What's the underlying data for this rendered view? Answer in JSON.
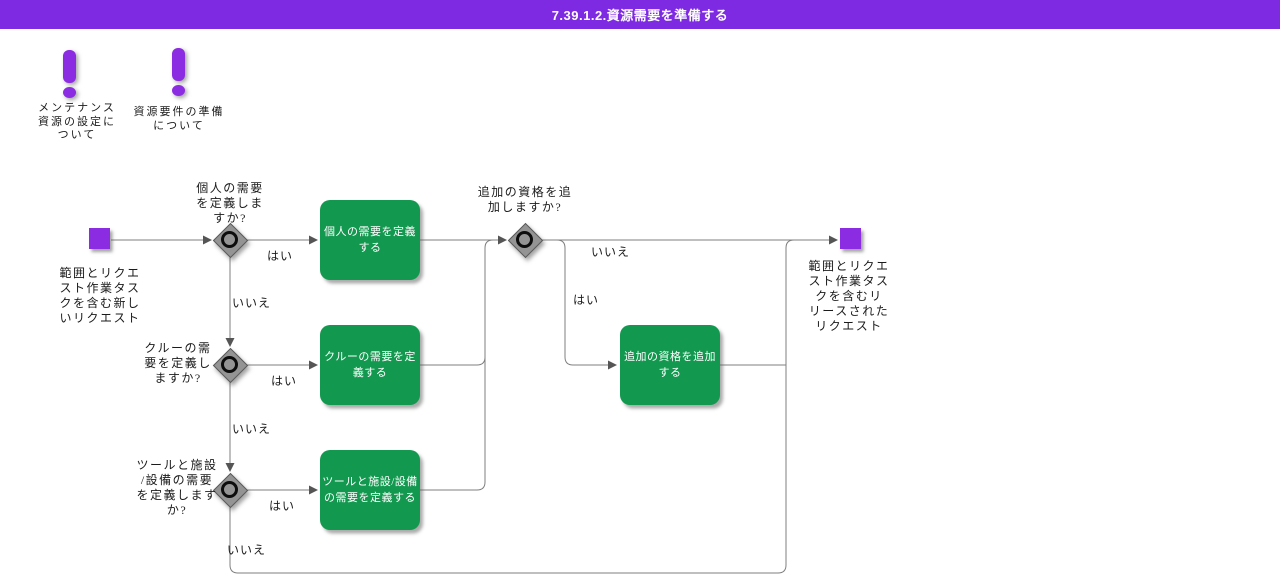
{
  "header": {
    "title": "7.39.1.2.資源需要を準備する"
  },
  "notes": [
    {
      "label": "メンテナンス\n資源の設定に\nついて"
    },
    {
      "label": "資源要件の準備\nについて"
    }
  ],
  "flow": {
    "start": {
      "label": "範囲とリクエ\nスト作業タス\nクを含む新し\nいリクエスト"
    },
    "end": {
      "label": "範囲とリクエ\nスト作業タス\nクを含むリ\nリースされた\nリクエスト"
    },
    "gateways": [
      {
        "question": "個人の需要\nを定義しま\nすか?",
        "yes_label": "はい",
        "no_label": "いいえ"
      },
      {
        "question": "クルーの需\n要を定義し\nますか?",
        "yes_label": "はい",
        "no_label": "いいえ"
      },
      {
        "question": "ツールと施設\n/設備の需要\nを定義します\nか?",
        "yes_label": "はい",
        "no_label": "いいえ"
      },
      {
        "question": "追加の資格を追\n加しますか?",
        "yes_label": "はい",
        "no_label": "いいえ"
      }
    ],
    "tasks": [
      {
        "label": "個人の需要を定義\nする"
      },
      {
        "label": "クルーの需要を定\n義する"
      },
      {
        "label": "ツールと施設/設備\nの需要を定義する"
      },
      {
        "label": "追加の資格を追加\nする"
      }
    ]
  },
  "colors": {
    "header_purple": "#7E2AE2",
    "event_purple": "#8B2BE2",
    "task_green": "#13984F",
    "line_gray": "#7F7F7F"
  }
}
